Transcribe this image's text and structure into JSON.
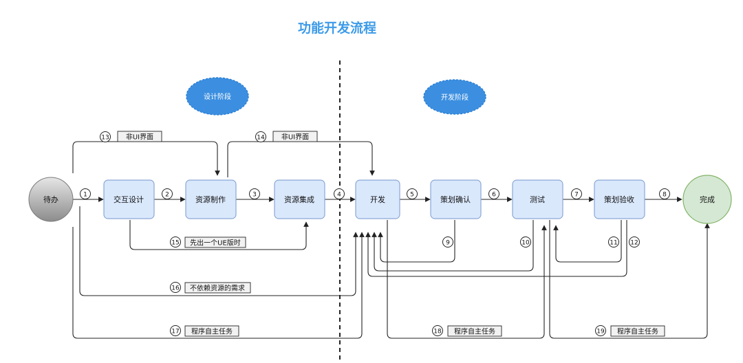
{
  "title": "功能开发流程",
  "phases": {
    "design": "设计阶段",
    "dev": "开发阶段"
  },
  "nodes": {
    "todo": "待办",
    "interaction": "交互设计",
    "asset_make": "资源制作",
    "asset_integrate": "资源集成",
    "develop": "开发",
    "plan_confirm": "策划确认",
    "test": "测试",
    "plan_accept": "策划验收",
    "done": "完成"
  },
  "colors": {
    "title": "#3d9be8",
    "node_fill": "#dae8fc",
    "phase_fill": "#3c8fe0",
    "done_fill": "#d5e8d4",
    "todo_fill": "#a6a6a6"
  },
  "step_numbers": [
    "1",
    "2",
    "3",
    "4",
    "5",
    "6",
    "7",
    "8",
    "9",
    "10",
    "11",
    "12",
    "13",
    "14",
    "15",
    "16",
    "17",
    "18",
    "19"
  ],
  "labels": {
    "l13": "非UI界面",
    "l14": "非UI界面",
    "l15": "先出一个UE版时",
    "l16": "不依赖资源的需求",
    "l17": "程序自主任务",
    "l18": "程序自主任务",
    "l19": "程序自主任务"
  }
}
